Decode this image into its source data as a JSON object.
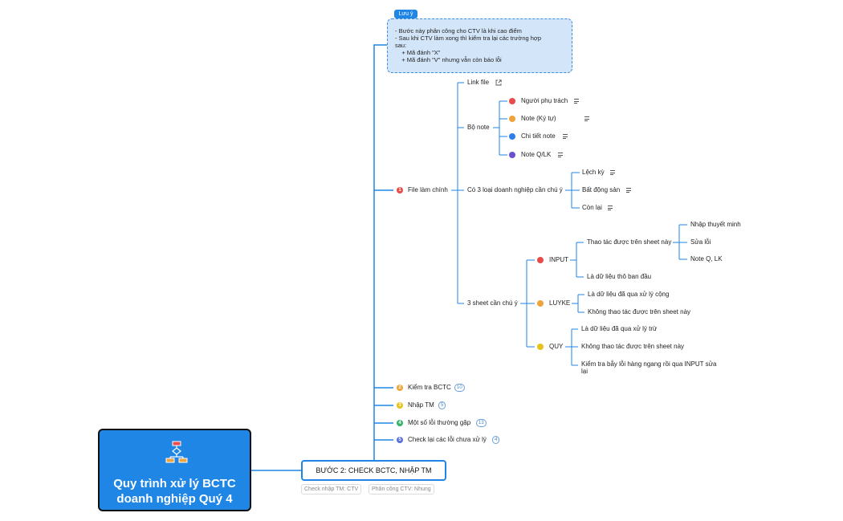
{
  "colors": {
    "accent": "#1f86e6",
    "red": "#e94a4a",
    "orange": "#f0a33a",
    "blue": "#2f7ee8",
    "purple": "#6a4fcf",
    "yellow": "#e6c21a",
    "green": "#36b36a",
    "indigo": "#5b6fd8"
  },
  "root": {
    "icon": "flowchart-icon",
    "title_line1": "Quy trình xử lý BCTC",
    "title_line2": "doanh nghiệp Quý 4"
  },
  "main_topic": {
    "label": "BƯỚC 2: CHECK BCTC, NHẬP TM",
    "tags": [
      "Check nhập TM: CTV",
      "Phân công CTV: Nhung"
    ]
  },
  "callout": {
    "label": "Lưu ý",
    "lines": [
      "- Bước này phân công cho CTV là khi cao điểm",
      "- Sau khi CTV làm xong thì kiểm tra lại các trường hợp",
      "sau:",
      "    + Mã đánh \"X\"",
      "    + Mã đánh \"V\" nhưng vẫn còn báo lỗi"
    ]
  },
  "branches": [
    {
      "num": "1",
      "label": "File làm chính"
    },
    {
      "num": "2",
      "label": "Kiểm tra BCTC",
      "count": "10"
    },
    {
      "num": "3",
      "label": "Nhập TM",
      "count": "5"
    },
    {
      "num": "4",
      "label": "Một số lỗi thường gặp",
      "count": "13"
    },
    {
      "num": "5",
      "label": "Check lại các lỗi chưa xử lý",
      "count": "4"
    }
  ],
  "file_lam_chinh": {
    "link": "Link file",
    "bo_note": {
      "label": "Bộ note",
      "items": [
        "Người phụ trách",
        "Note (Ký tự)",
        "Chi tiết note",
        "Note Q/LK"
      ]
    },
    "loai_dn": {
      "label": "Có 3 loại doanh nghiệp cần chú ý",
      "items": [
        "Lệch kỳ",
        "Bất động sản",
        "Còn lại"
      ]
    },
    "sheets": {
      "label": "3 sheet cần chú ý",
      "input": {
        "label": "INPUT",
        "thao_tac": "Thao tác được trên sheet này",
        "thao_tac_items": [
          "Nhập thuyết minh",
          "Sửa lỗi",
          "Note Q, LK"
        ],
        "tho": "Là dữ liệu thô ban đầu"
      },
      "luyke": {
        "label": "LUYKE",
        "items": [
          "Là dữ liệu đã qua xử lý cộng",
          "Không thao tác được trên sheet này"
        ]
      },
      "quy": {
        "label": "QUY",
        "items": [
          "Là dữ liệu đã qua xử lý trừ",
          "Không thao tác được trên sheet này",
          "Kiểm tra bẫy lỗi hàng ngang rồi qua INPUT sửa",
          "lại"
        ]
      }
    }
  }
}
